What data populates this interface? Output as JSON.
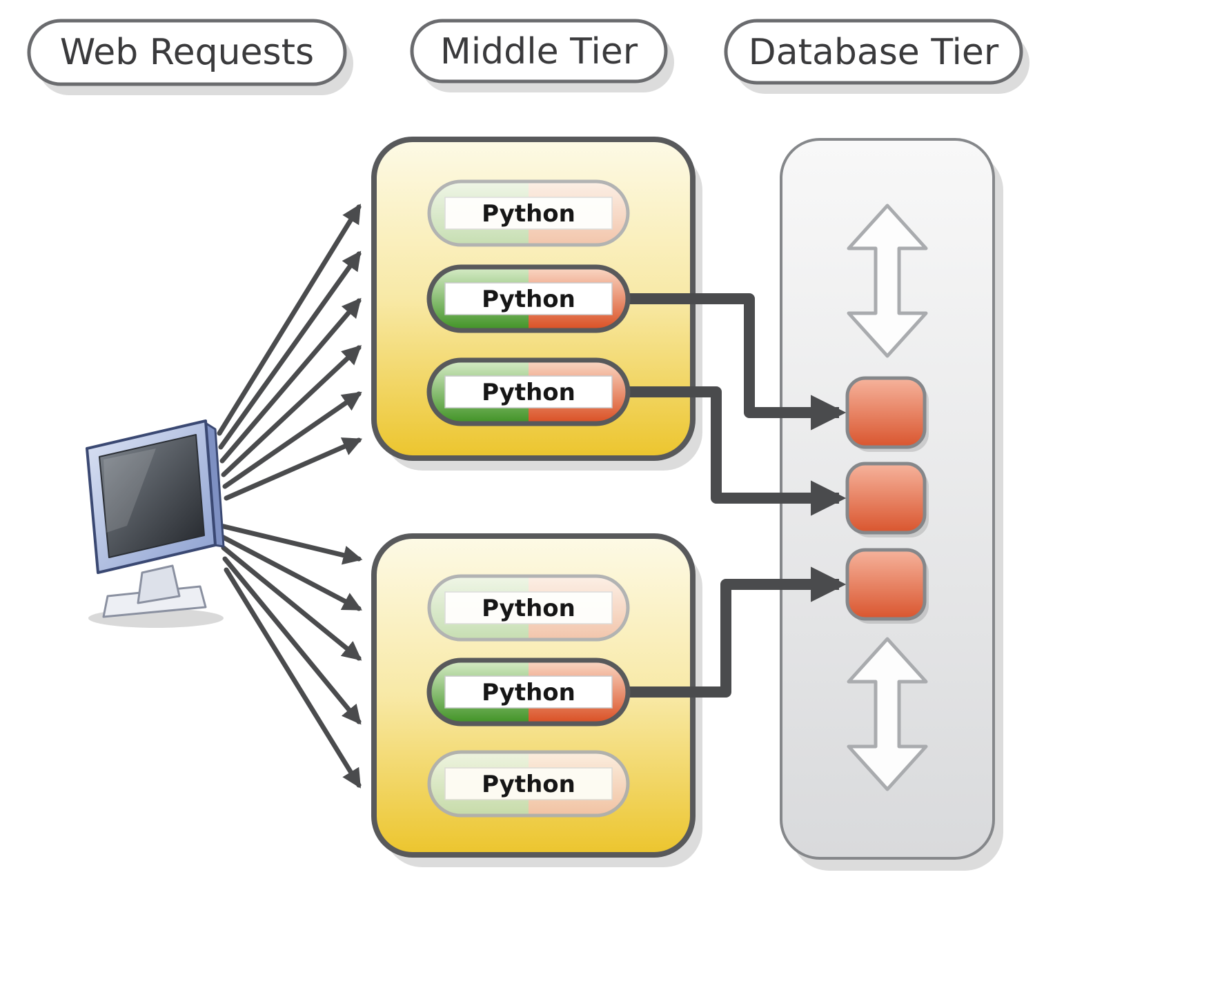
{
  "headers": {
    "web_requests": "Web Requests",
    "middle_tier": "Middle Tier",
    "database_tier": "Database Tier"
  },
  "middle_tier": {
    "servers": [
      {
        "processes": [
          {
            "label": "Python",
            "state": "idle",
            "connected_to_db": false
          },
          {
            "label": "Python",
            "state": "active",
            "connected_to_db": true
          },
          {
            "label": "Python",
            "state": "active",
            "connected_to_db": true
          }
        ]
      },
      {
        "processes": [
          {
            "label": "Python",
            "state": "idle",
            "connected_to_db": false
          },
          {
            "label": "Python",
            "state": "active",
            "connected_to_db": true
          },
          {
            "label": "Python",
            "state": "idle",
            "connected_to_db": false
          }
        ]
      }
    ]
  },
  "database_tier": {
    "connection_node_count": 3,
    "sync_arrow_count": 2
  },
  "web_requests": {
    "arrows_to_server_1": 6,
    "arrows_to_server_2": 5
  },
  "colors": {
    "box_yellow_light": "#FDFAE6",
    "box_yellow_dark": "#ECC52D",
    "pill_green": "#3F9224",
    "pill_red": "#D94E22",
    "db_panel_gray": "#DBDCDE",
    "db_node_red": "#D9552E",
    "connector_gray": "#4A4B4D",
    "outline_gray": "#58595B",
    "monitor_blue": "#8CA0D0"
  }
}
